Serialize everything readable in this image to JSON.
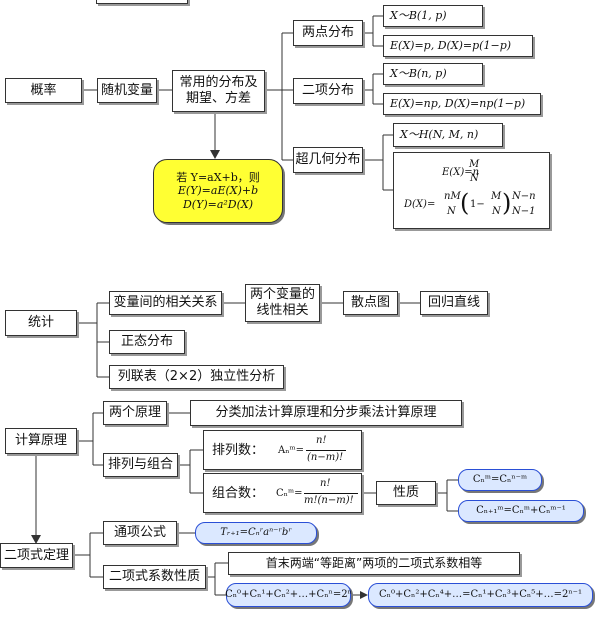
{
  "prob": {
    "root": "概率",
    "rv": "随机变量",
    "dist": "常用的分布及期望、方差",
    "two_point": "两点分布",
    "binomial": "二项分布",
    "hyper": "超几何分布",
    "bp_def": "X～B(1, p)",
    "bp_exp": "E(X)=p, D(X)=p(1−p)",
    "bn_def": "X～B(n, p)",
    "bn_exp": "E(X)=np, D(X)=np(1−p)",
    "h_def": "X～H(N, M, n)",
    "h_e_lhs": "E(X)=n",
    "h_e_num": "M",
    "h_e_den": "N",
    "h_d_lhs": "D(X)=",
    "h_d_n1": "nM",
    "h_d_d1": "N",
    "h_d_mid": "1−",
    "h_d_n2": "M",
    "h_d_d2": "N",
    "h_d_n3": "N−n",
    "h_d_d3": "N−1",
    "linear_1": "若 Y=aX+b，则",
    "linear_2": "E(Y)=aE(X)+b",
    "linear_3": "D(Y)=a²D(X)"
  },
  "stat": {
    "root": "统计",
    "corr": "变量间的相关关系",
    "two_var": "两个变量的线性相关",
    "scatter": "散点图",
    "regress": "回归直线",
    "normal": "正态分布",
    "table": "列联表（2×2）独立性分析"
  },
  "count": {
    "root": "计算原理",
    "two_principles": "两个原理",
    "principle_text": "分类加法计算原理和分步乘法计算原理",
    "perm_comb": "排列与组合",
    "perm_label": "排列数：",
    "perm_formula": "Aₙᵐ=",
    "perm_num": "n!",
    "perm_den": "(n−m)!",
    "comb_label": "组合数：",
    "comb_formula": "Cₙᵐ=",
    "comb_num": "n!",
    "comb_den": "m!(n−m)!",
    "property": "性质",
    "prop1": "Cₙᵐ=Cₙⁿ⁻ᵐ",
    "prop2": "Cₙ₊₁ᵐ=Cₙᵐ+Cₙᵐ⁻¹"
  },
  "binom": {
    "root": "二项式定理",
    "general": "通项公式",
    "general_formula": "Tᵣ₊₁=Cₙʳaⁿ⁻ʳbʳ",
    "coef": "二项式系数性质",
    "coef_text": "首末两端“等距离”两项的二项式系数相等",
    "sum1": "Cₙ⁰+Cₙ¹+Cₙ²+…+Cₙⁿ=2ⁿ",
    "sum2": "Cₙ⁰+Cₙ²+Cₙ⁴+…=Cₙ¹+Cₙ³+Cₙ⁵+…=2ⁿ⁻¹"
  },
  "colors": {
    "line": "#333333",
    "yellow": "#ffff33",
    "blue_fill": "#dbe8ff",
    "blue_border": "#2a4fd6"
  }
}
